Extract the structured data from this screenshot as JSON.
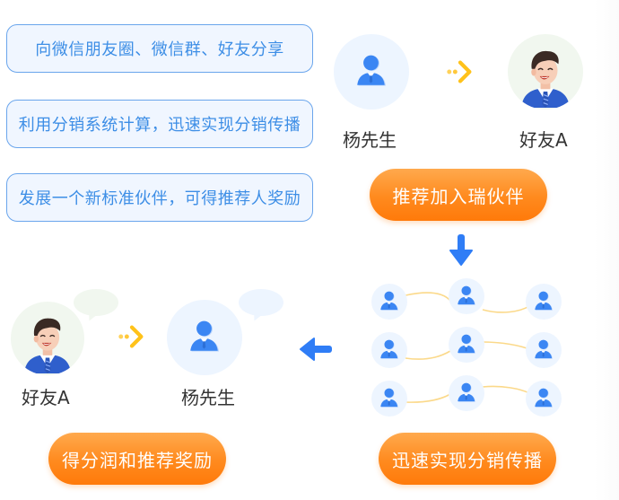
{
  "features": [
    {
      "label": "向微信朋友圈、微信群、好友分享"
    },
    {
      "label": "利用分销系统计算，迅速实现分销传播"
    },
    {
      "label": "发展一个新标准伙伴，可得推荐人奖励"
    }
  ],
  "step1": {
    "from_name": "杨先生",
    "to_name": "好友A",
    "button_label": "推荐加入瑞伙伴"
  },
  "step2": {
    "button_label": "迅速实现分销传播",
    "network_rows": 3,
    "network_cols": 3
  },
  "step3": {
    "from_name": "好友A",
    "to_name": "杨先生",
    "button_label": "得分润和推荐奖励"
  },
  "icons": {
    "user": "user-silhouette-icon",
    "friend": "friend-avatar-icon",
    "arrow_right": "dotted-chevron-right-icon",
    "arrow_down": "arrow-down-icon",
    "arrow_left": "arrow-left-icon",
    "speech_bubble": "speech-bubble-icon"
  },
  "colors": {
    "feature_border": "#6aa5ec",
    "feature_bg": "#f0f6ff",
    "feature_text": "#3d8ee6",
    "accent_blue": "#2f7df6",
    "accent_orange": "#ff8a1e",
    "chevron_yellow": "#ffc21a",
    "link_line": "#fbd98a"
  }
}
